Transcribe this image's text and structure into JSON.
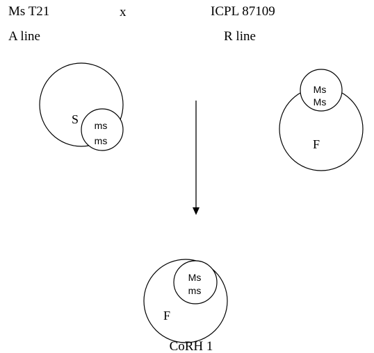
{
  "header": {
    "female_parent": "Ms T21",
    "cross_symbol": "x",
    "male_parent": "ICPL 87109",
    "female_line": "A line",
    "male_line": "R line"
  },
  "a_line": {
    "cytoplasm_label": "S",
    "nucleus_top": "ms",
    "nucleus_bottom": "ms"
  },
  "r_line": {
    "nucleus_top": "Ms",
    "nucleus_bottom": "Ms",
    "cytoplasm_label": "F"
  },
  "hybrid": {
    "nucleus_top": "Ms",
    "nucleus_bottom": "ms",
    "cytoplasm_label": "F",
    "name": "CoRH 1"
  }
}
